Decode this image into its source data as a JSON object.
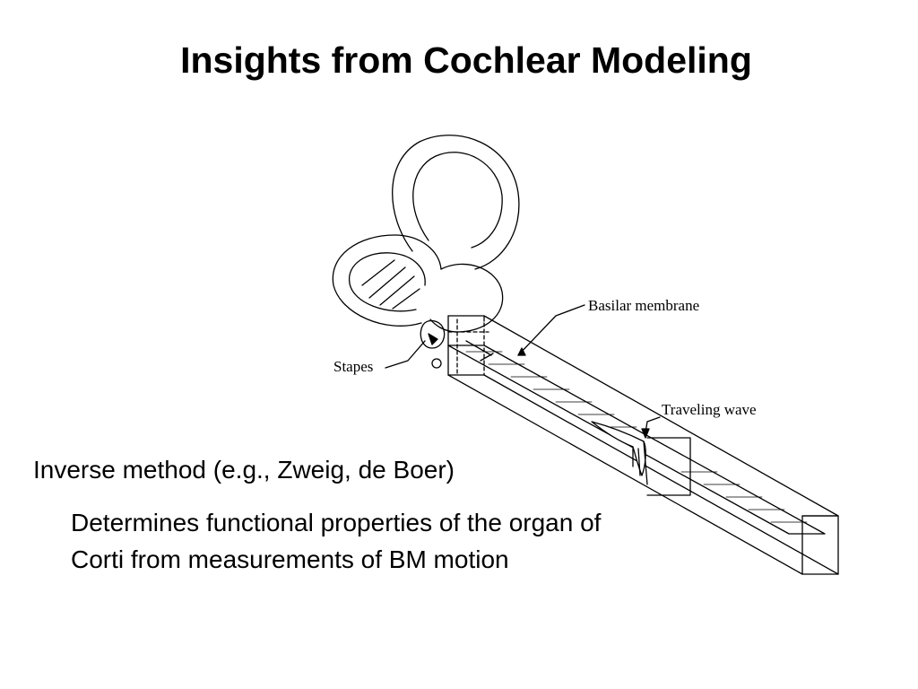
{
  "slide": {
    "title": "Insights from Cochlear Modeling",
    "bullet": "Inverse method (e.g., Zweig, de Boer)",
    "sub_bullet": "Determines functional properties of the organ of Corti from measurements of BM motion"
  },
  "figure": {
    "labels": {
      "basilar_membrane": "Basilar membrane",
      "stapes": "Stapes",
      "traveling_wave": "Traveling wave"
    }
  }
}
